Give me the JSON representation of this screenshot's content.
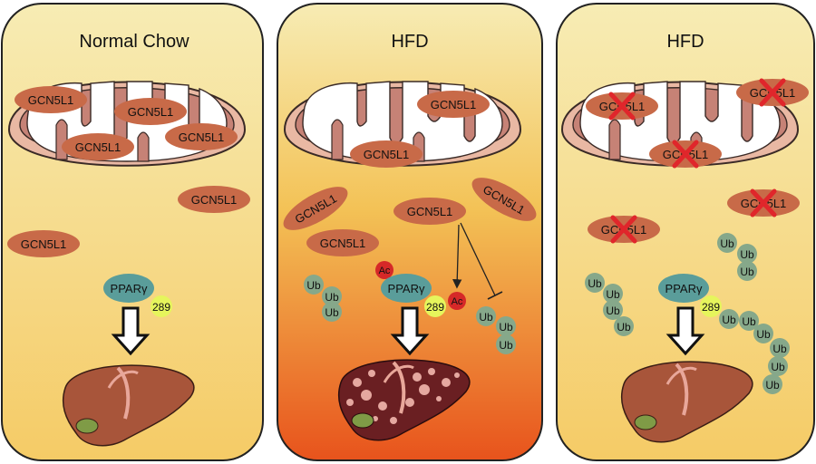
{
  "panels": [
    {
      "title": "Normal Chow"
    },
    {
      "title": "HFD"
    },
    {
      "title": "HFD"
    }
  ],
  "labels": {
    "protein": "GCN5L1",
    "receptor": "PPARγ",
    "site": "289",
    "ubiquitin": "Ub",
    "acetyl": "Ac"
  },
  "colors": {
    "panel_top": "#f7ecb4",
    "panel_bottom_normal": "#f5cb66",
    "panel_bottom_hfd": "#e8531c",
    "outline": "#222222",
    "mito_membrane": "#b4746c",
    "protein_fill": "#c86a48",
    "ppar_fill": "#5a9d9a",
    "site_fill": "#e6f55c",
    "ub_fill": "#86a88a",
    "ac_fill": "#d62828",
    "knockout_x": "#e0262b",
    "liver_normal": "#a8553a",
    "liver_fatty": "#6a1f22",
    "gallbladder": "#7f9b46"
  }
}
